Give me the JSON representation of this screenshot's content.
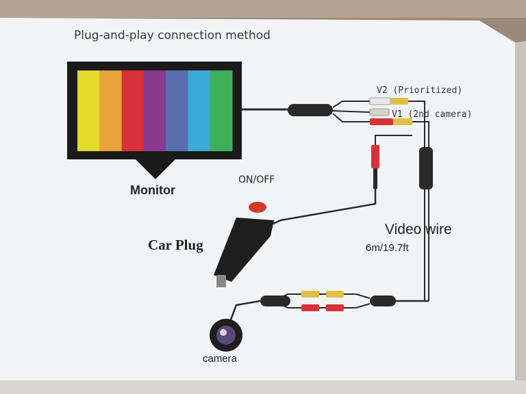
{
  "diagram": {
    "title": "Plug-and-play connection method",
    "monitor_label": "Monitor",
    "switch_label": "ON/OFF",
    "car_plug_label": "Car Plug",
    "video_wire_label": "Video wire",
    "wire_length_label": "6m/19.7ft",
    "v2_label": "V2 (Prioritized)",
    "v1_label": "V1 (2nd camera)",
    "camera_label": "camera"
  },
  "colors": {
    "card": "#f2f3f4",
    "wire": "#2a2a2a",
    "rca_yellow": "#e0c04a",
    "rca_red": "#d8313a",
    "rca_white": "#e8e8e8",
    "switch_red": "#d23a2a",
    "color_bars": [
      "#e4da2a",
      "#e8a33a",
      "#d8313a",
      "#8a3a8e",
      "#5a6fb0",
      "#3aaad8",
      "#3fb05a"
    ]
  }
}
